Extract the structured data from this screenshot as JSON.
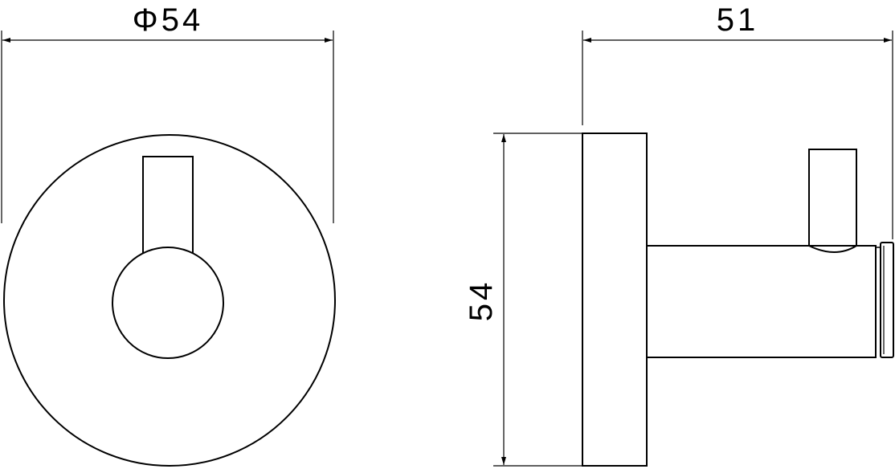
{
  "front_view": {
    "diameter_label": "Φ54"
  },
  "side_view": {
    "depth_label": "51",
    "height_label": "54"
  },
  "colors": {
    "stroke": "#000000",
    "background": "#ffffff"
  }
}
